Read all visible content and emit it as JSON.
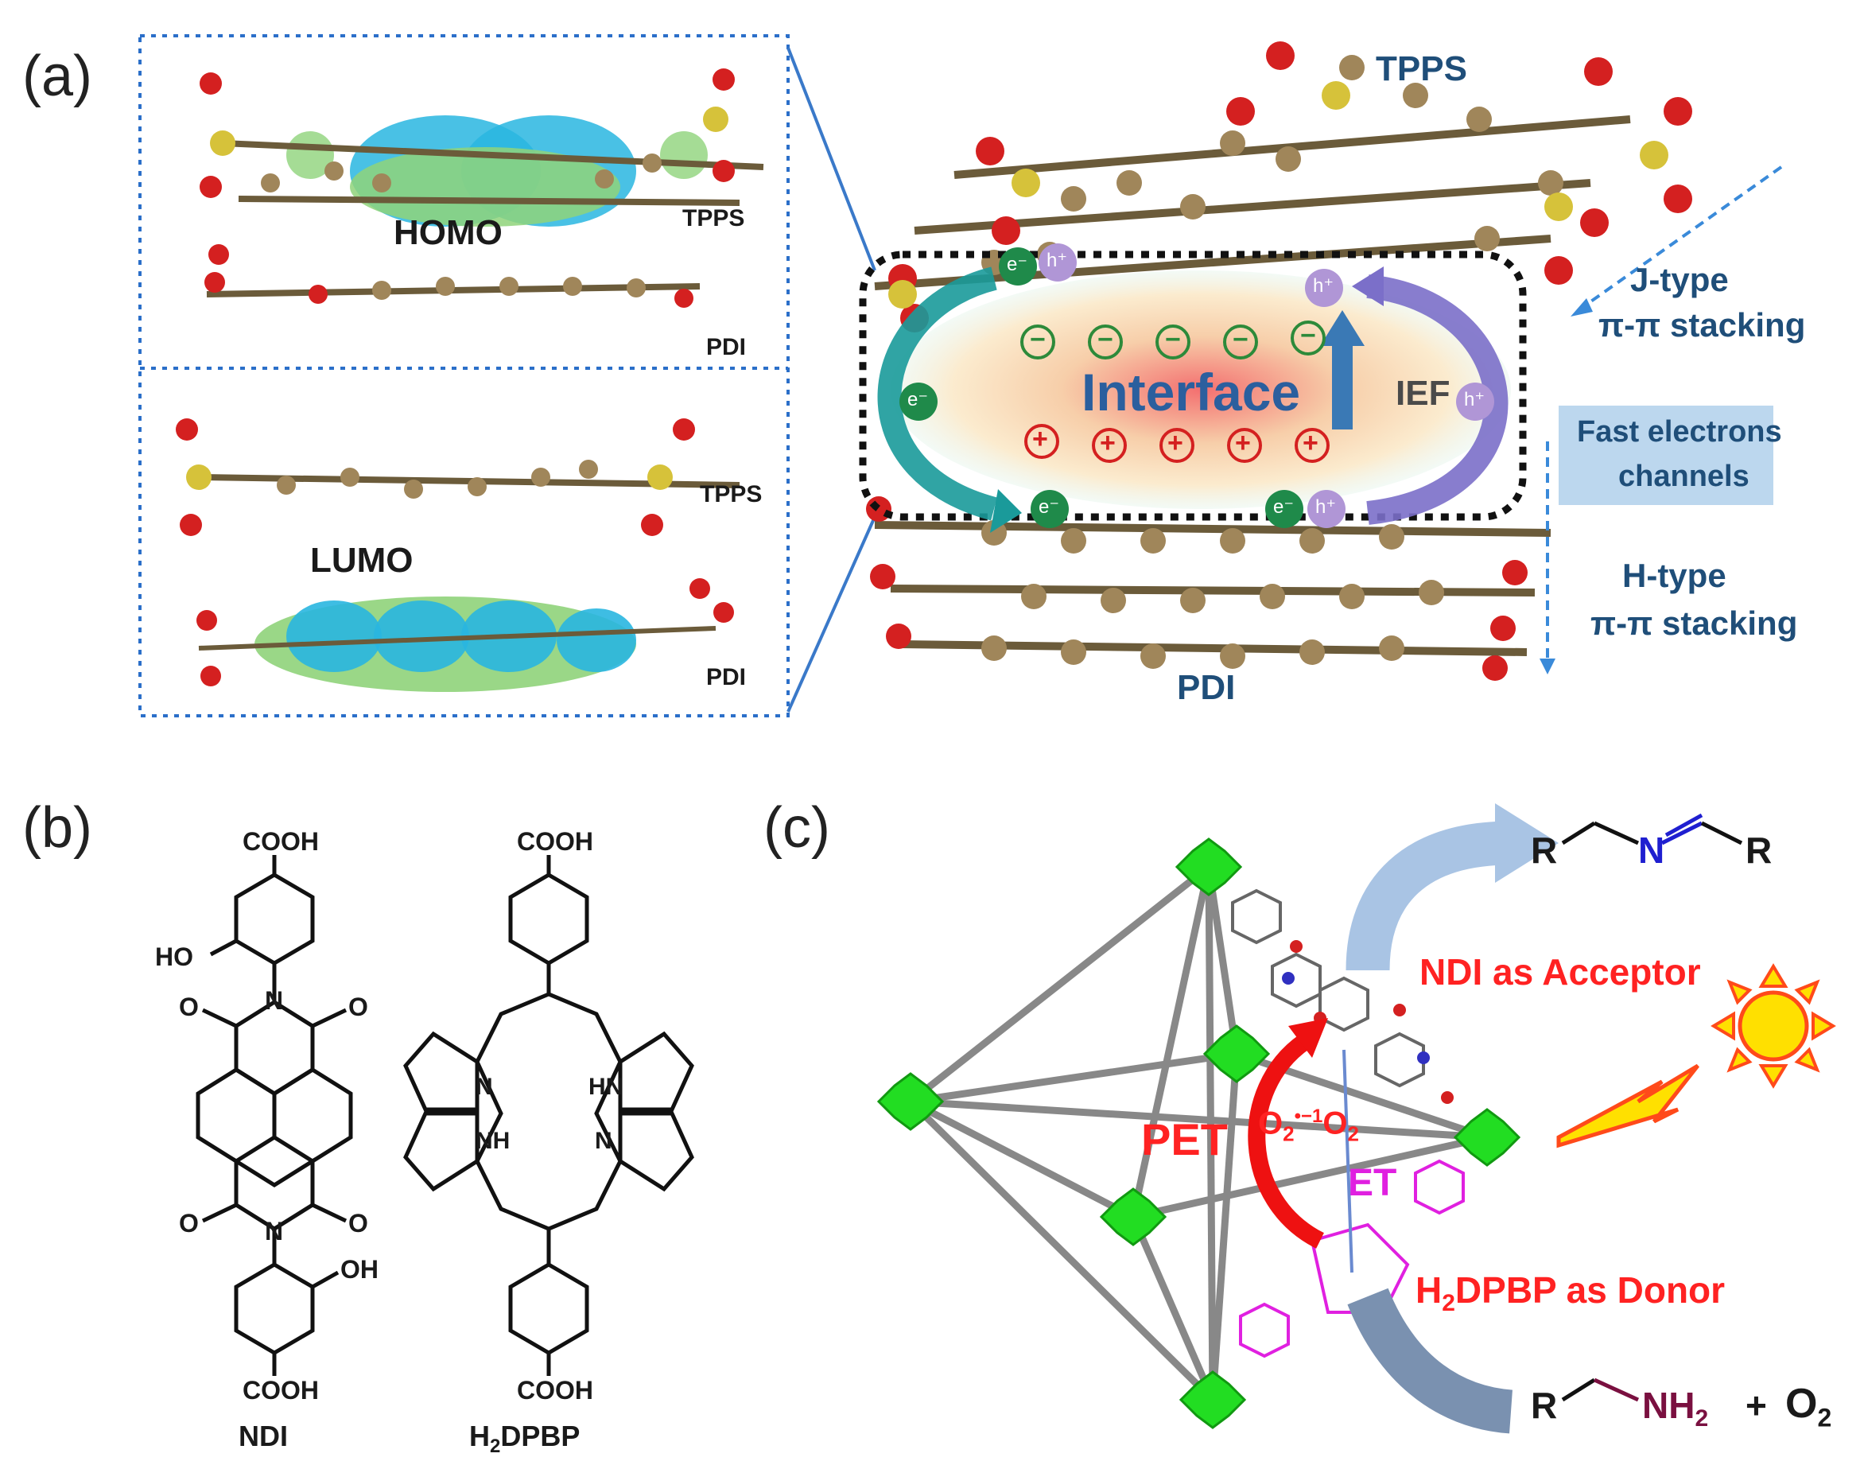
{
  "panels": {
    "a": "(a)",
    "b": "(b)",
    "c": "(c)"
  },
  "panel_a": {
    "homo_label": "HOMO",
    "lumo_label": "LUMO",
    "inset_tpps_top": "TPPS",
    "inset_pdi_top": "PDI",
    "inset_tpps_bottom": "TPPS",
    "inset_pdi_bottom": "PDI",
    "stack_tpps": "TPPS",
    "stack_pdi": "PDI",
    "interface": "Interface",
    "ief": "IEF",
    "electron": "e⁻",
    "hole": "h⁺",
    "minus": "−",
    "plus": "+",
    "j_type_line1": "J-type",
    "j_type_line2": "π-π stacking",
    "fast_line1": "Fast electrons",
    "fast_line2": "channels",
    "h_type_line1": "H-type",
    "h_type_line2": "π-π stacking"
  },
  "panel_b": {
    "ndi_name": "NDI",
    "dpbp_name_main": "H",
    "dpbp_name_sub": "2",
    "dpbp_name_rest": "DPBP",
    "cooh": "COOH",
    "ho": "HO",
    "oh": "OH",
    "o": "O",
    "n": "N",
    "nh": "NH",
    "hn": "HN"
  },
  "panel_c": {
    "product_r1": "R",
    "product_n": "N",
    "product_r2": "R",
    "ndi_acceptor": "NDI as Acceptor",
    "pet": "PET",
    "superoxide": "O",
    "superoxide_sub": "2",
    "superoxide_sup": "•−",
    "singlet_sup": "1",
    "singlet": "O",
    "singlet_sub": "2",
    "et": "ET",
    "donor_h": "H",
    "donor_sub": "2",
    "donor_rest": "DPBP as Donor",
    "sub_r": "R",
    "sub_nh": "NH",
    "sub_nh_sub": "2",
    "plus": "+",
    "o2": "O",
    "o2_sub": "2"
  },
  "colors": {
    "blue_label": "#1f4e79",
    "red_label": "#ff2222",
    "magenta": "#e020e0",
    "node_green": "#22dd22",
    "teal_arrow": "#1a9a9a",
    "purple_arrow": "#7b6fc9",
    "interface_blue": "#3a79b5"
  }
}
